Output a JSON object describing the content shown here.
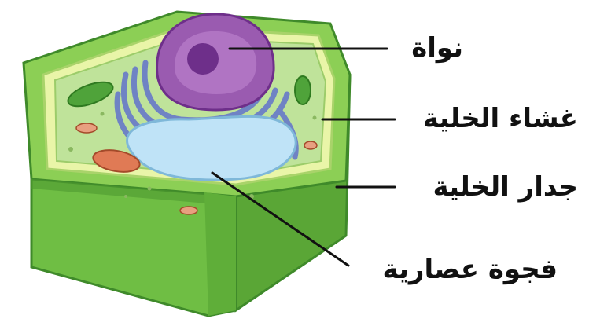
{
  "diagram": {
    "colors": {
      "cell_wall_front": "#6fbe44",
      "cell_wall_top": "#8ccf55",
      "cell_wall_side": "#5aa636",
      "cell_wall_dark": "#3f8a2a",
      "cytoplasm": "#bfe39a",
      "membrane": "#e9f5a8",
      "nucleus": "#9a5bb0",
      "nucleolus": "#6e2f8a",
      "er": "#6f83c4",
      "vacuole": "#bfe3f7",
      "chloroplast": "#4fa33a",
      "mitochondrion": "#e07a55",
      "leader_line": "#111111"
    },
    "labels": {
      "nucleus": "نواة",
      "cell_membrane": "غشاء الخلية",
      "cell_wall": "جدار الخلية",
      "vacuole": "فجوة عصارية"
    }
  }
}
